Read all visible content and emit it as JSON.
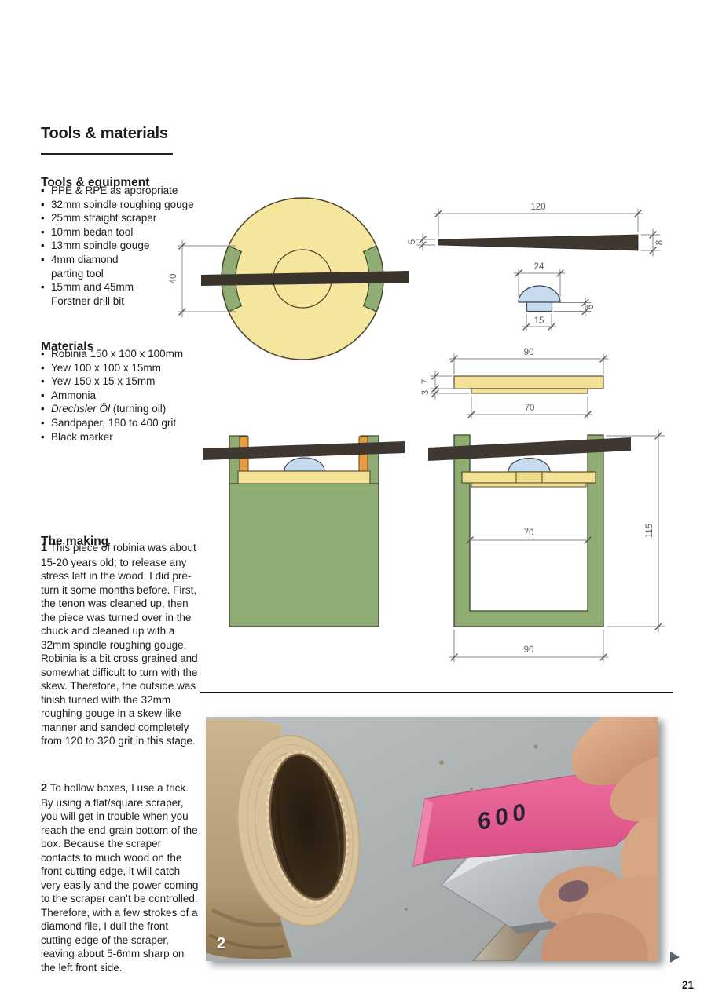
{
  "title": "Tools & materials",
  "tools": {
    "heading": "Tools & equipment",
    "items": [
      "PPE & RPE as appropriate",
      "32mm spindle roughing gouge",
      "25mm straight scraper",
      "10mm bedan tool",
      "13mm spindle gouge",
      "4mm diamond\nparting tool",
      "15mm and 45mm\nForstner drill bit"
    ]
  },
  "materials": {
    "heading": "Materials",
    "items": [
      "Robinia 150 x 100 x 100mm",
      "Yew 100 x 100 x 15mm",
      "Yew 150 x 15 x 15mm",
      "Ammonia",
      "Sandpaper, 180 to 400 grit",
      "Black marker"
    ],
    "oil_italic": "Drechsler Öl",
    "oil_rest": " (turning oil)"
  },
  "making": {
    "heading": "The making",
    "steps": [
      {
        "num": "1",
        "text": "This piece of robinia was about 15-20 years old; to release any stress left in the wood, I did pre-turn it some months before. First, the tenon was cleaned up, then the piece was turned over in the chuck and cleaned up with a 32mm spindle roughing gouge. Robinia is a bit cross grained and somewhat difficult to turn with the skew. Therefore, the outside was finish turned with the 32mm roughing gouge in a skew-like manner and sanded completely from 120 to 320 grit in this stage."
      },
      {
        "num": "2",
        "text": "To hollow boxes, I use a trick. By using a flat/square scraper, you will get in trouble when you reach the end-grain bottom of the box. Because the scraper contacts to much wood on the front cutting edge, it will catch very easily and the power coming to the scraper can’t be controlled. Therefore, with a few strokes of a diamond file, I dull the front cutting edge of the scraper, leaving about 5-6mm sharp on the left front side."
      }
    ]
  },
  "dimensions": {
    "top_view_opening": "40",
    "stick_length": "120",
    "stick_thin_end": "5",
    "stick_thick_end": "8",
    "knob_cap_width": "24",
    "knob_stem_width": "15",
    "knob_height": "6",
    "lid_width": "90",
    "lid_plate_thickness": "7",
    "lid_lip_thickness": "3",
    "lid_lip_width": "70",
    "box_inner_width": "70",
    "box_height": "115",
    "box_outer_width": "90"
  },
  "photo": {
    "label": "2",
    "grit_text": "600"
  },
  "page": {
    "number": "21"
  },
  "colors": {
    "wood_yellow": "#f5e69d",
    "sage_green": "#8fac72",
    "orange_peg": "#ea9b40",
    "light_blue": "#c7daee",
    "dark_bar": "#3b342c",
    "file_pink": "#e25c8e",
    "dim_gray": "#6f6f6f"
  }
}
